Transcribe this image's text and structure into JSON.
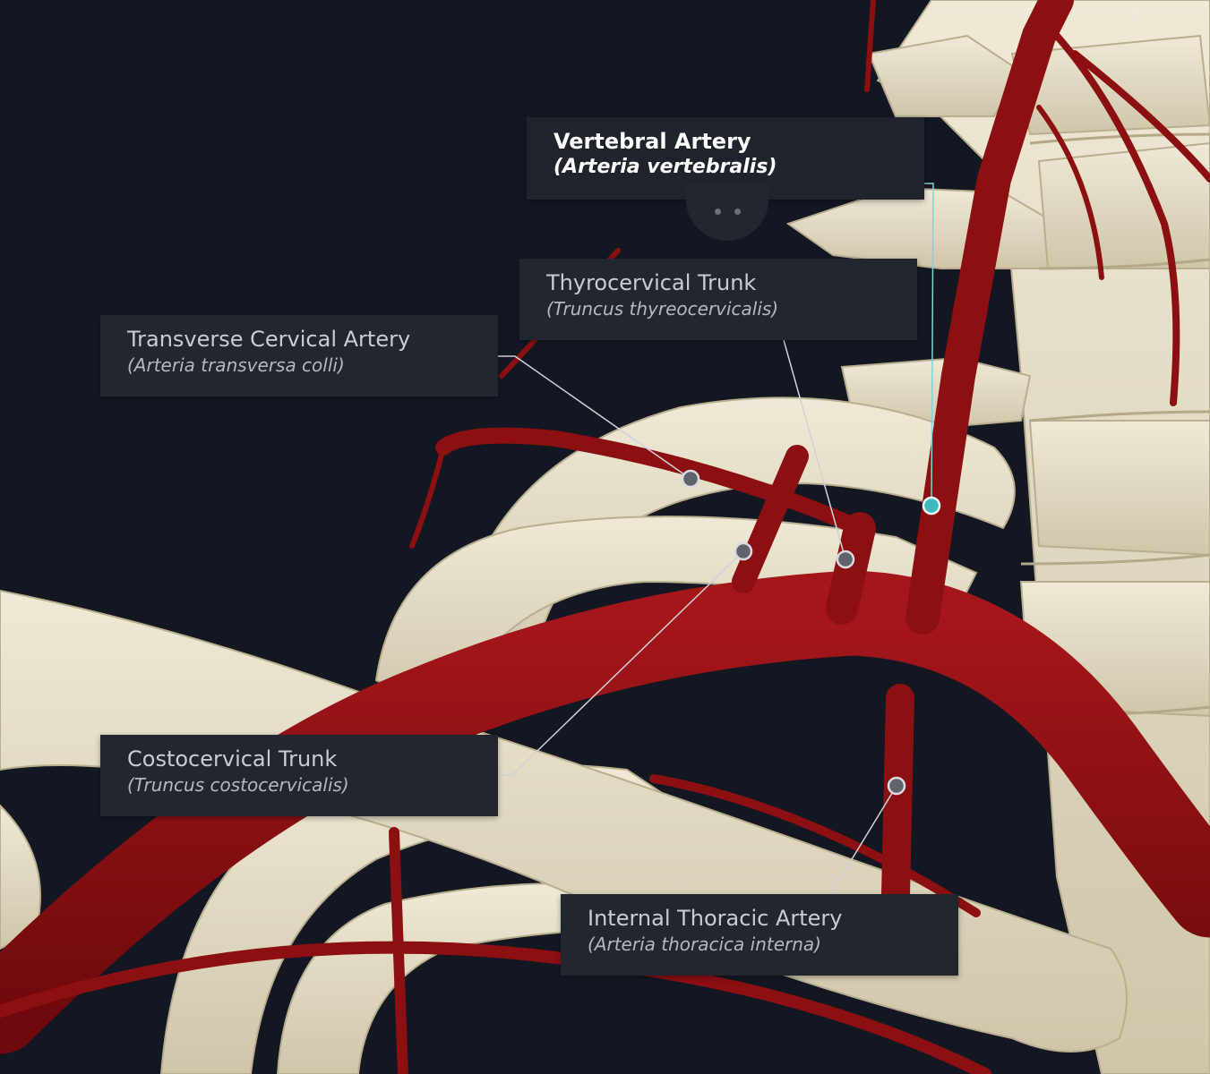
{
  "labels": {
    "vertebral": {
      "name": "Vertebral Artery",
      "latin": "(Arteria vertebralis)"
    },
    "thyrocervical": {
      "name": "Thyrocervical Trunk",
      "latin": "(Truncus thyreocervicalis)"
    },
    "transverse_cervical": {
      "name": "Transverse Cervical Artery",
      "latin": "(Arteria transversa colli)"
    },
    "costocervical": {
      "name": "Costocervical Trunk",
      "latin": "(Truncus costocervicalis)"
    },
    "internal_thoracic": {
      "name": "Internal Thoracic Artery",
      "latin": "(Arteria thoracica interna)"
    }
  },
  "colors": {
    "background": "#121722",
    "bone": "#e6dfc8",
    "artery": "#8c0f12",
    "label_bg": "#22262f",
    "active_pin": "#3fb8bf",
    "pin": "#5f636b"
  }
}
